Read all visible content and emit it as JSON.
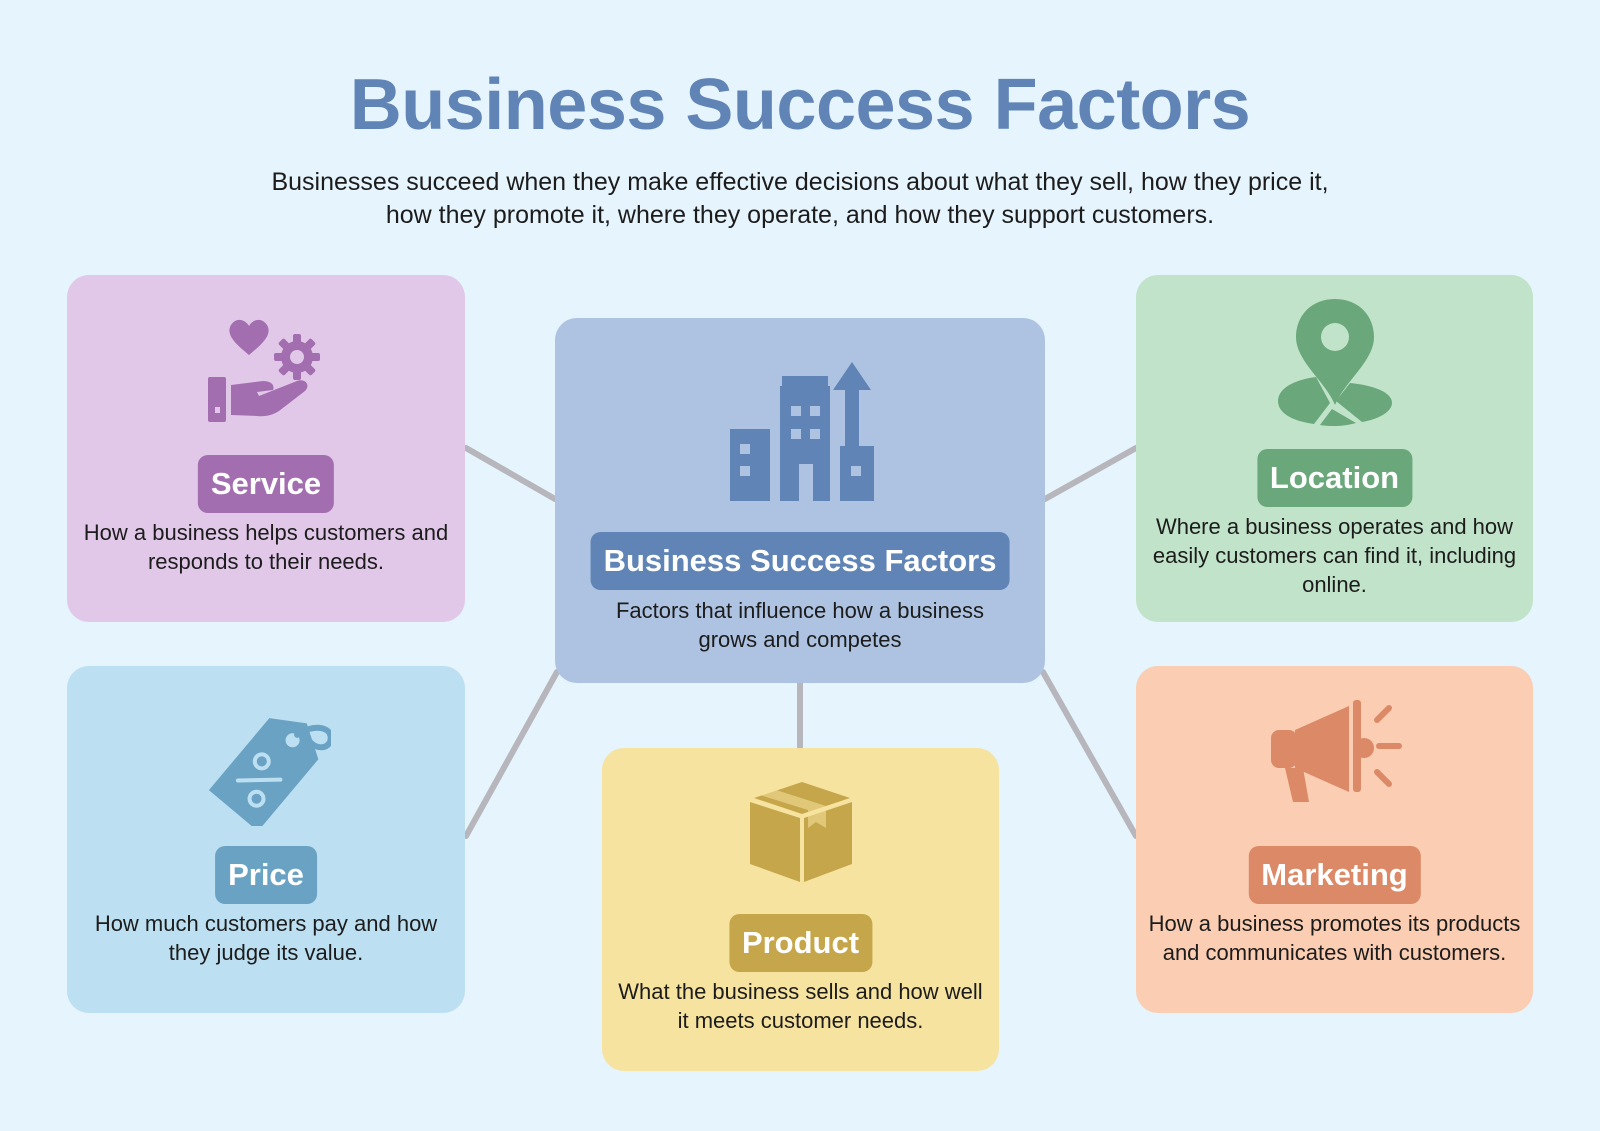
{
  "title": "Business Success Factors",
  "subtitle_line1": "Businesses succeed when they make effective decisions about what they sell, how they price it,",
  "subtitle_line2": "how they promote it, where they operate, and how they support customers.",
  "center": {
    "label": "Business Success Factors",
    "description": "Factors that influence how a business grows and competes",
    "icon": "building-growth-icon",
    "color": "#5f84b5"
  },
  "factors": {
    "service": {
      "label": "Service",
      "description": "How a business helps customers and responds to their needs.",
      "icon": "hand-heart-gear-icon",
      "color": "#a36eaf"
    },
    "location": {
      "label": "Location",
      "description": "Where a business operates and how easily customers can find it, including online.",
      "icon": "map-pin-icon",
      "color": "#6aa77a"
    },
    "price": {
      "label": "Price",
      "description": "How much customers pay and how they judge its value.",
      "icon": "price-tag-icon",
      "color": "#6aa2c4"
    },
    "product": {
      "label": "Product",
      "description": "What the business sells and how well it meets customer needs.",
      "icon": "box-icon",
      "color": "#c6a64b"
    },
    "marketing": {
      "label": "Marketing",
      "description": "How a business promotes its products and communicates with customers.",
      "icon": "megaphone-icon",
      "color": "#db8966"
    }
  },
  "connector_color": "#b6b6bc"
}
